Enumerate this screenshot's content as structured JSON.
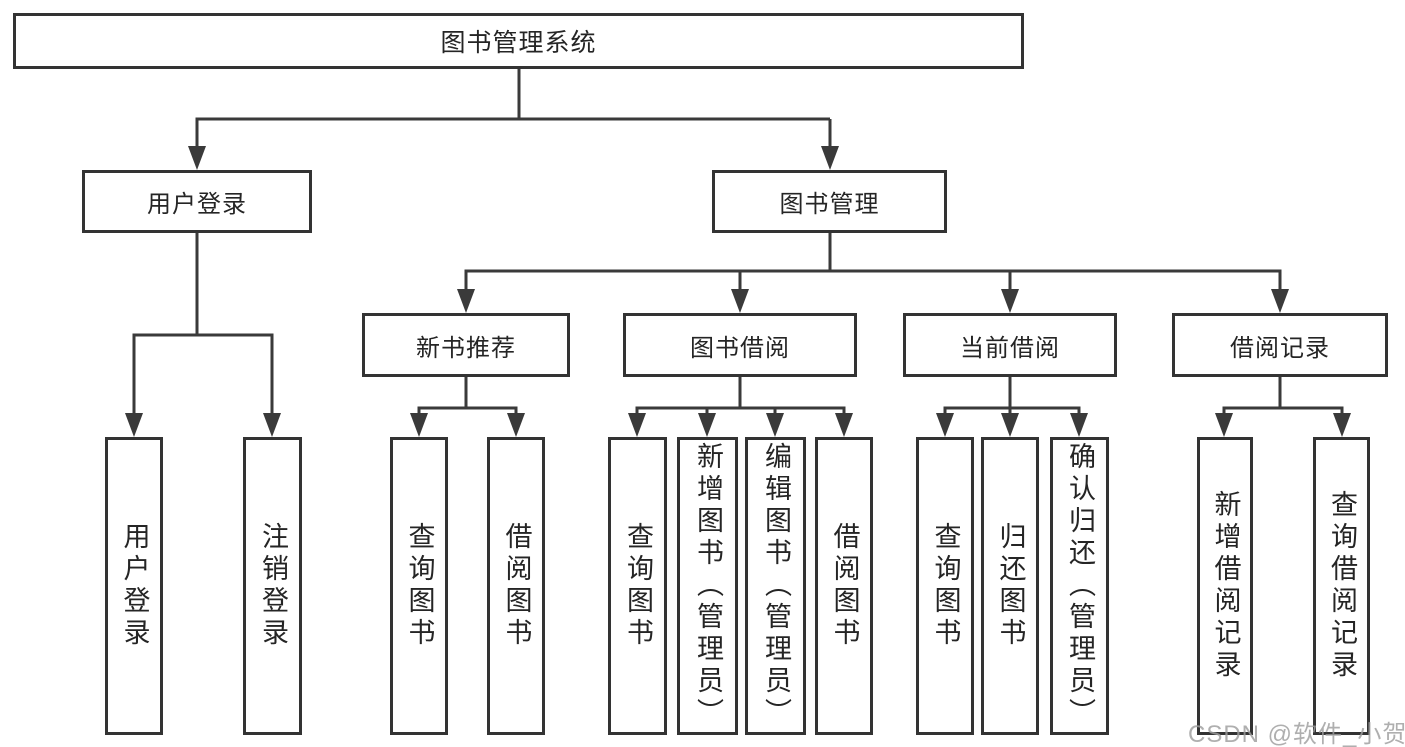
{
  "tree": {
    "root": "图书管理系统",
    "user_login": {
      "label": "用户登录",
      "children": {
        "login": "用户登录",
        "logout": "注销登录"
      }
    },
    "book_mgmt": {
      "label": "图书管理",
      "groups": {
        "new_book_rec": {
          "label": "新书推荐",
          "children": {
            "query": "查询图书",
            "borrow": "借阅图书"
          }
        },
        "book_borrow": {
          "label": "图书借阅",
          "children": {
            "query": "查询图书",
            "add": "新增图书（管理员）",
            "edit": "编辑图书（管理员）",
            "borrow": "借阅图书"
          }
        },
        "current_borrow": {
          "label": "当前借阅",
          "children": {
            "query": "查询图书",
            "return": "归还图书",
            "confirm": "确认归还（管理员）"
          }
        },
        "borrow_records": {
          "label": "借阅记录",
          "children": {
            "add": "新增借阅记录",
            "query": "查询借阅记录"
          }
        }
      }
    }
  },
  "watermark": {
    "text": "CSDN @软件_小贺同学"
  },
  "colors": {
    "line": "#3a3a3a",
    "box_border": "#333333",
    "text": "#252525",
    "background": "#ffffff",
    "watermark": "#9e9e9e"
  }
}
